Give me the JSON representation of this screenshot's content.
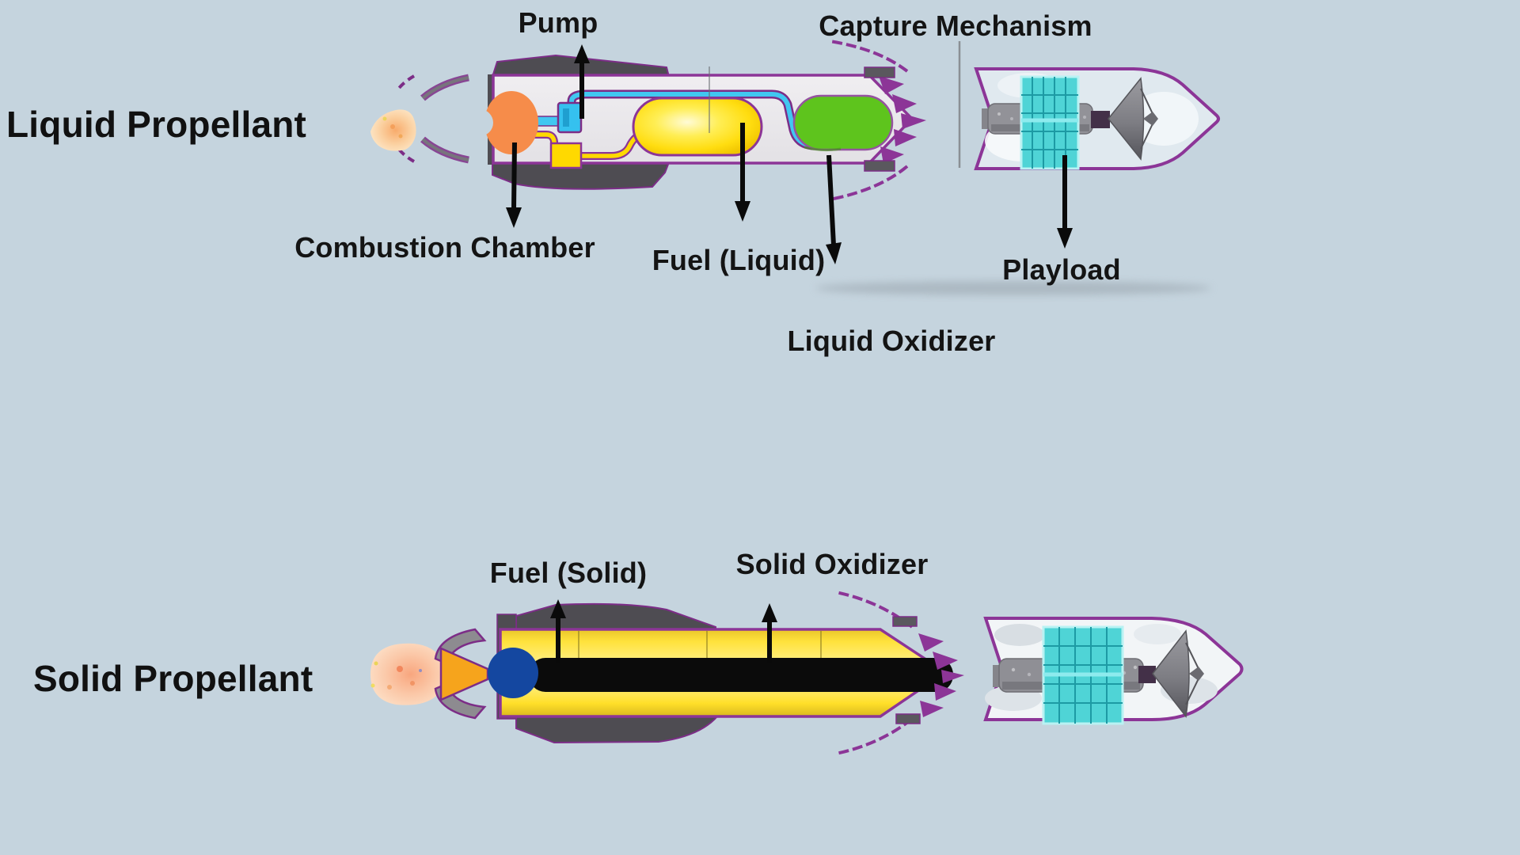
{
  "scene": {
    "description": "Comparison diagram of liquid propellant and solid propellant rocket designs",
    "background_color": "#c5d4de"
  },
  "colors": {
    "outline_purple": "#8c3597",
    "engine_gray": "#4e4c52",
    "body_gray": "#e8e6ea",
    "combustion_orange": "#f68c4a",
    "pipe_cyan": "#41c7f1",
    "pump_cyan": "#35c1ef",
    "fuel_yellow": "#ffd900",
    "oxidizer_green": "#5ec41d",
    "igniter_blue": "#1447a0",
    "nozzle_orange": "#f6a41c",
    "solar_panel_teal": "#4fd4d6",
    "solid_core_black": "#0b0b0b",
    "arrow_black": "#0a0a0a",
    "label_text": "#141414"
  },
  "liquid_diagram": {
    "title": "Liquid Propellant",
    "labels": {
      "pump": "Pump",
      "capture_mechanism": "Capture Mechanism",
      "combustion_chamber": "Combustion Chamber",
      "fuel": "Fuel (Liquid)",
      "payload": "Playload",
      "oxidizer": "Liquid Oxidizer"
    }
  },
  "solid_diagram": {
    "title": "Solid Propellant",
    "labels": {
      "fuel": "Fuel (Solid)",
      "oxidizer": "Solid Oxidizer"
    }
  }
}
